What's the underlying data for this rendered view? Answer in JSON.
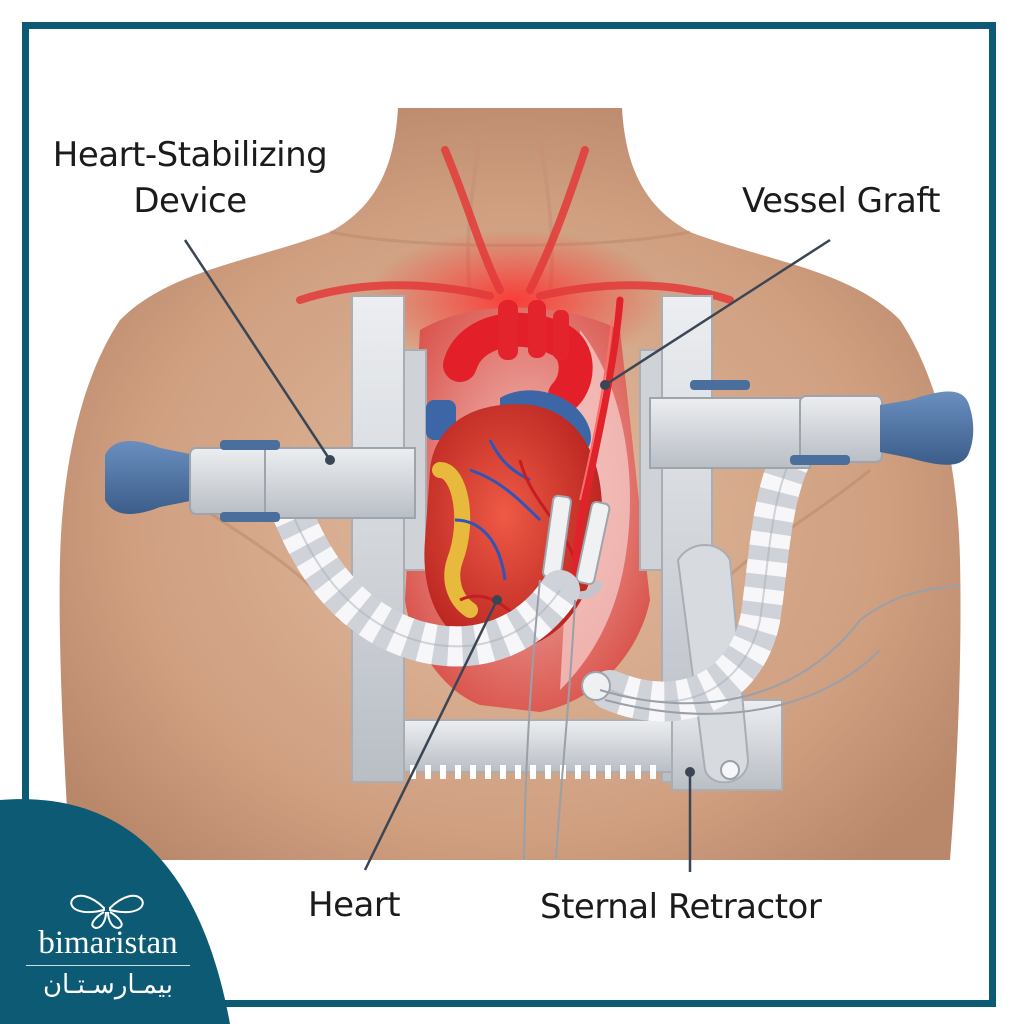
{
  "labels": {
    "stabilizer_line1": "Heart-Stabilizing",
    "stabilizer_line2": "Device",
    "vessel_graft": "Vessel Graft",
    "heart": "Heart",
    "sternal_retractor": "Sternal Retractor"
  },
  "logo": {
    "name_en": "bimaristan",
    "name_ar": "بيمـارسـتـان",
    "mark_icon": "butterfly-logo-icon"
  },
  "colors": {
    "brand": "#0c5a73",
    "skin": "#d6ab8c",
    "heart": "#d8352e",
    "artery": "#e9262c",
    "vein": "#3c67a8",
    "instrument": "#dadde1",
    "handle": "#4a6f9c"
  }
}
